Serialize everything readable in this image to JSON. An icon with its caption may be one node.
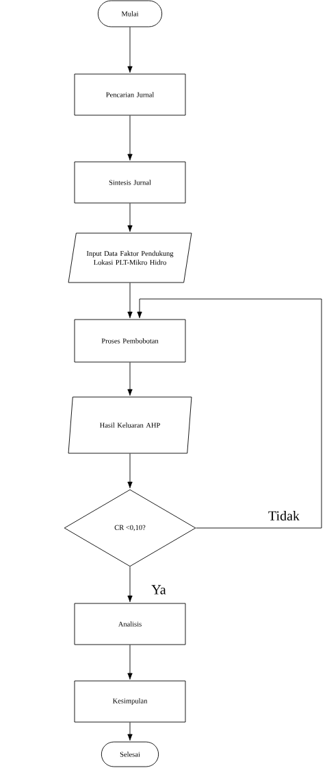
{
  "diagram": {
    "nodes": [
      {
        "text": [
          "Mulai"
        ]
      },
      {
        "text": [
          "Pencarian Jurnal"
        ]
      },
      {
        "text": [
          "Sintesis Jurnal"
        ]
      },
      {
        "text": [
          "Input Data Faktor Pendukung Lokasi PLT-Mikro Hidro"
        ]
      },
      {
        "text": [
          "Proses Pembobotan"
        ]
      },
      {
        "text": [
          "Hasil Keluaran AHP"
        ]
      },
      {
        "text": [
          "CR <0,10?"
        ]
      },
      {
        "text": [
          "Analisis"
        ]
      },
      {
        "text": [
          "Kesimpulan"
        ]
      },
      {
        "text": [
          "Selesai"
        ]
      }
    ],
    "edges": [
      {
        "from": 0,
        "to": 1,
        "arrow": "to"
      },
      {
        "from": 1,
        "to": 2,
        "arrow": "to"
      },
      {
        "from": 2,
        "to": 3,
        "arrow": "to"
      },
      {
        "from": 3,
        "to": 4,
        "arrow": "to"
      },
      {
        "from": 4,
        "to": 5,
        "arrow": "to"
      },
      {
        "from": 5,
        "to": 6,
        "arrow": "to"
      },
      {
        "from": 6,
        "to": 7,
        "arrow": "to",
        "label": "Ya"
      },
      {
        "from": 7,
        "to": 8,
        "arrow": "to"
      },
      {
        "from": 8,
        "to": 9,
        "arrow": "to"
      },
      {
        "from": 6,
        "to": 4,
        "arrow": "to",
        "label": "Tidak"
      }
    ]
  }
}
